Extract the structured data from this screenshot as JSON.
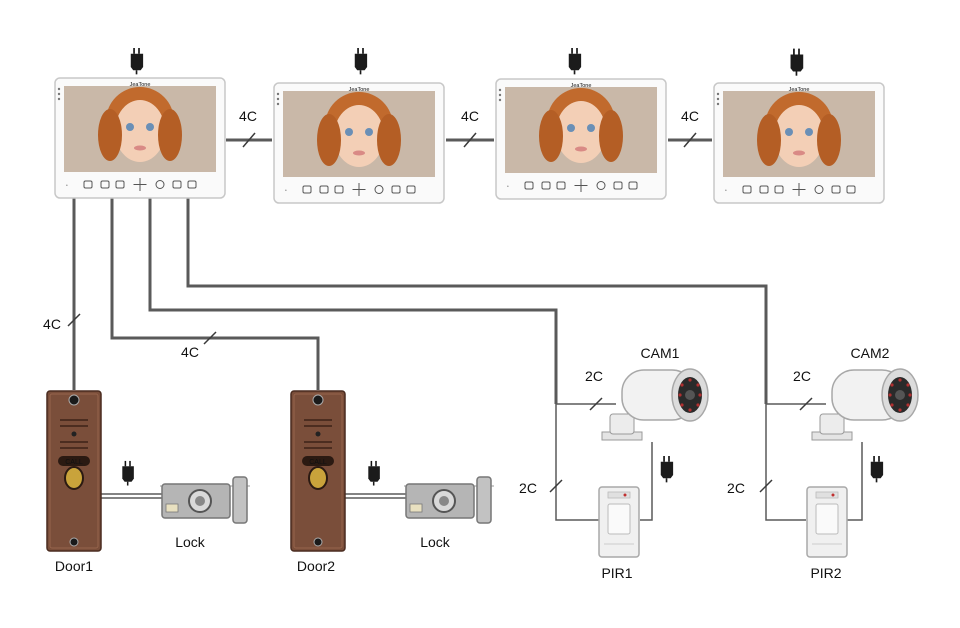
{
  "monitors": [
    {
      "brand": "JeaTone"
    },
    {
      "brand": "JeaTone"
    },
    {
      "brand": "JeaTone"
    },
    {
      "brand": "JeaTone"
    }
  ],
  "links": {
    "m12": "4C",
    "m23": "4C",
    "m34": "4C",
    "door1": "4C",
    "door2": "4C",
    "cam1": "2C",
    "pir1": "2C",
    "cam2": "2C",
    "pir2": "2C"
  },
  "doors": [
    {
      "name": "Door1",
      "button": "CALL"
    },
    {
      "name": "Door2",
      "button": "CALL"
    }
  ],
  "locks": [
    "Lock",
    "Lock"
  ],
  "cameras": [
    "CAM1",
    "CAM2"
  ],
  "pirs": [
    "PIR1",
    "PIR2"
  ]
}
